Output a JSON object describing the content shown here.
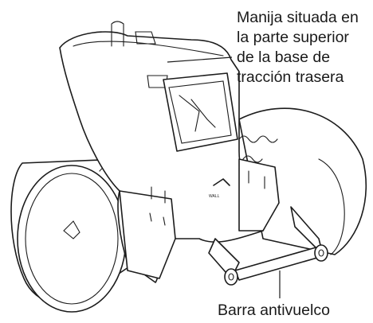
{
  "callouts": {
    "handle_label_lines": [
      "Manija situada en",
      "la parte superior",
      "de la base de",
      "tracción trasera"
    ],
    "bar_label": "Barra antivuelco"
  },
  "illustration": {
    "logo_text": "WALL",
    "line_color": "#1c1c1c",
    "fill_color": "#ffffff"
  }
}
